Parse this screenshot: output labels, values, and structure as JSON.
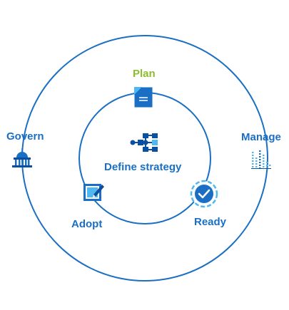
{
  "diagram": {
    "center_label": "Define strategy",
    "stages": {
      "plan": "Plan",
      "ready": "Ready",
      "adopt": "Adopt",
      "govern": "Govern",
      "manage": "Manage"
    },
    "icons": {
      "center": "flowchart-icon",
      "plan": "document-icon",
      "ready": "checkmark-badge-icon",
      "adopt": "checkbox-edit-icon",
      "govern": "government-building-icon",
      "manage": "bar-graph-icon"
    },
    "colors": {
      "ring": "#1a6fc4",
      "label": "#1a6fc4",
      "plan_label": "#8cbd2e",
      "icon_dark": "#0a4fa0",
      "icon_light": "#50b8f0"
    }
  }
}
